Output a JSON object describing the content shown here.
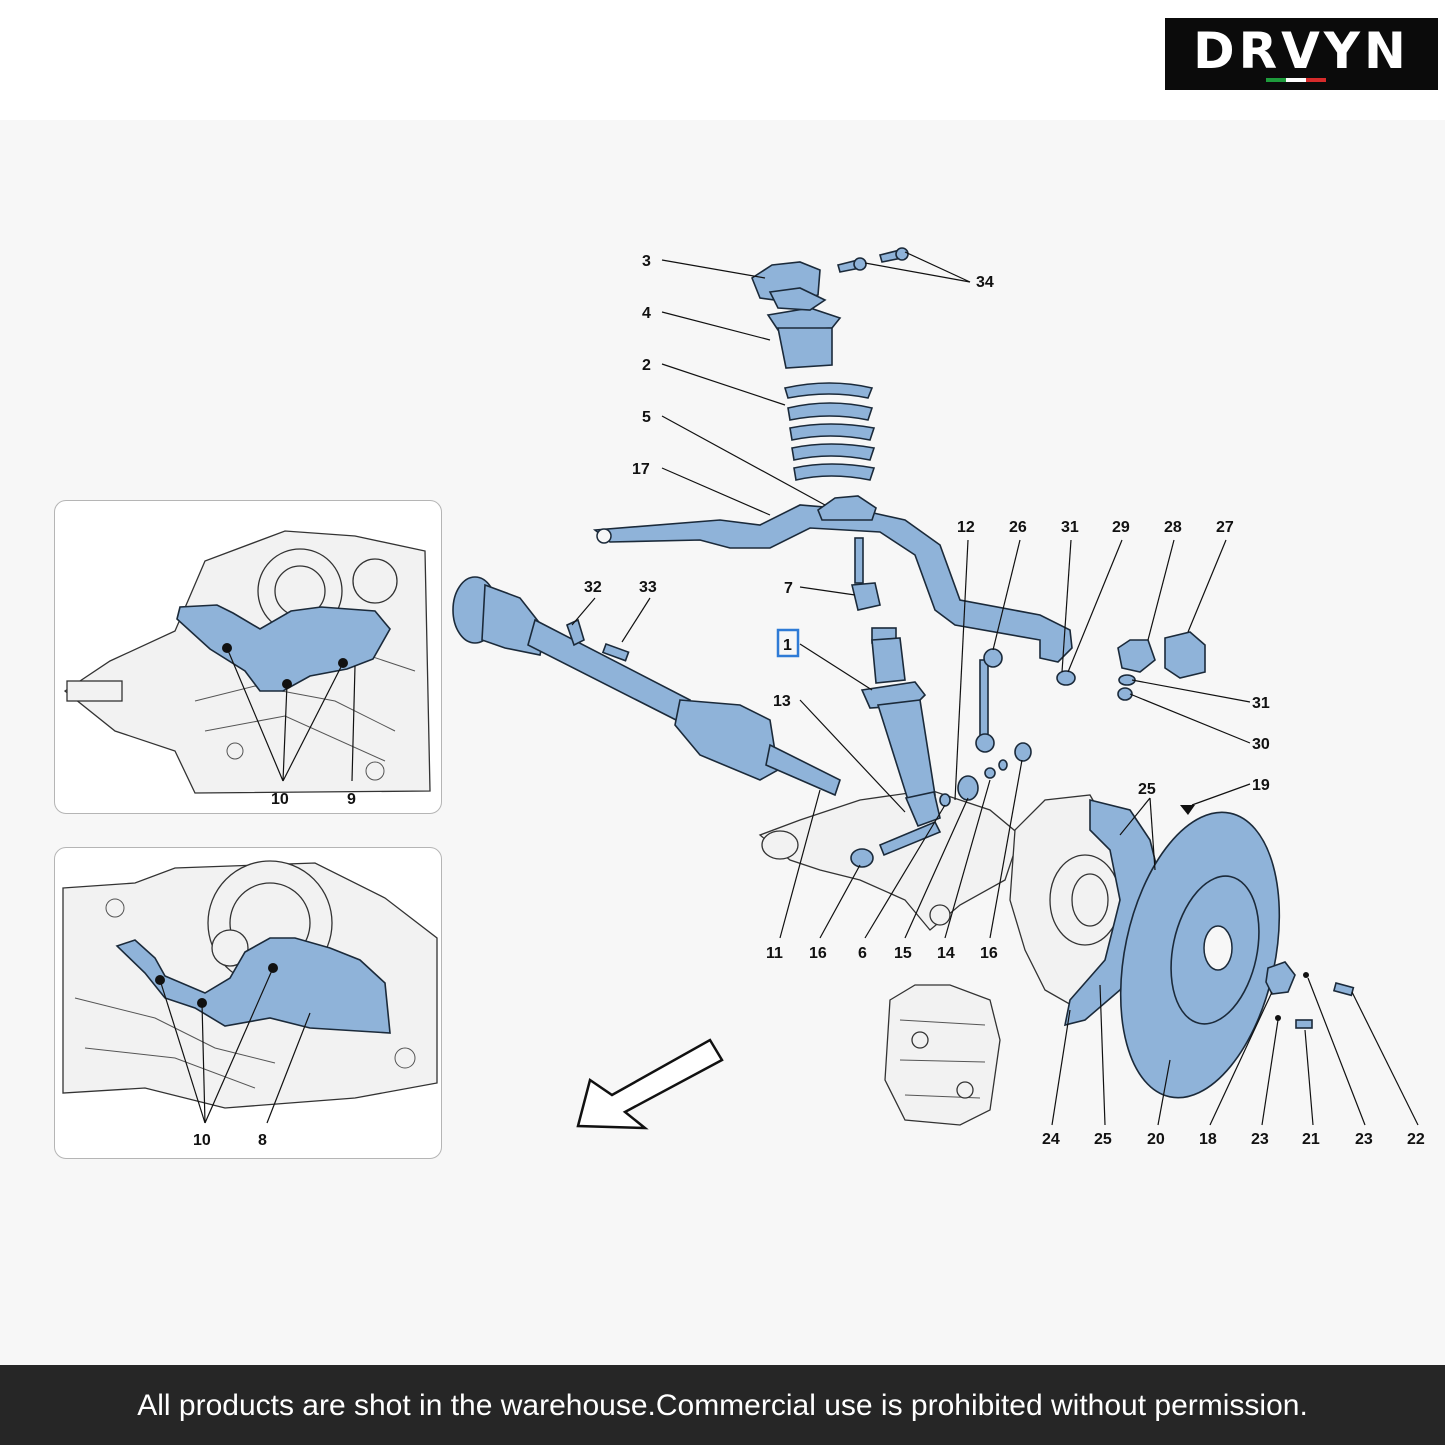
{
  "brand": {
    "logo_text": "DRVYN",
    "flag_colors": [
      "#1e9b3c",
      "#ffffff",
      "#d62b2b"
    ]
  },
  "footer": {
    "notice": "All products are shot in the warehouse.Commercial use is prohibited without permission."
  },
  "colors": {
    "highlight": "#8fb3d9",
    "outline": "#1b2a3a",
    "background": "#f7f7f7"
  },
  "diagram": {
    "highlighted_label": "1",
    "callouts": [
      "1",
      "2",
      "3",
      "4",
      "5",
      "6",
      "7",
      "11",
      "12",
      "13",
      "14",
      "15",
      "16",
      "16",
      "17",
      "18",
      "19",
      "20",
      "21",
      "22",
      "23",
      "23",
      "24",
      "25",
      "25",
      "26",
      "27",
      "28",
      "29",
      "30",
      "31",
      "31",
      "32",
      "33",
      "34"
    ],
    "inset_top_callouts": [
      "10",
      "9"
    ],
    "inset_bottom_callouts": [
      "10",
      "8"
    ]
  }
}
